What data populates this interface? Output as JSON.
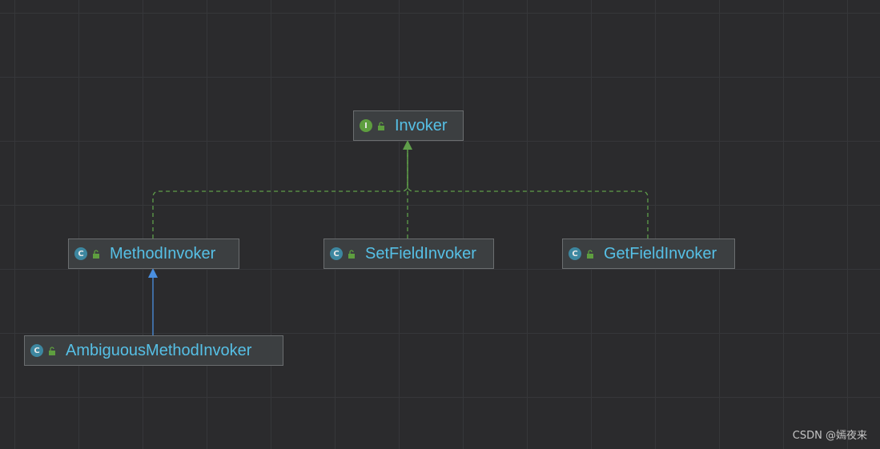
{
  "diagram": {
    "nodes": [
      {
        "id": "invoker",
        "kind": "interface",
        "badge": "I",
        "label": "Invoker"
      },
      {
        "id": "method-invoker",
        "kind": "class",
        "badge": "C",
        "label": "MethodInvoker"
      },
      {
        "id": "set-field-invoker",
        "kind": "class",
        "badge": "C",
        "label": "SetFieldInvoker"
      },
      {
        "id": "get-field-invoker",
        "kind": "class",
        "badge": "C",
        "label": "GetFieldInvoker"
      },
      {
        "id": "ambiguous-method-invoker",
        "kind": "class",
        "badge": "C",
        "label": "AmbiguousMethodInvoker"
      }
    ],
    "edges": [
      {
        "from": "MethodInvoker",
        "to": "Invoker",
        "type": "implements"
      },
      {
        "from": "SetFieldInvoker",
        "to": "Invoker",
        "type": "implements"
      },
      {
        "from": "GetFieldInvoker",
        "to": "Invoker",
        "type": "implements"
      },
      {
        "from": "AmbiguousMethodInvoker",
        "to": "MethodInvoker",
        "type": "extends"
      }
    ],
    "colors": {
      "background": "#2b2b2d",
      "node_fill": "#3c3f41",
      "label": "#56c0e6",
      "class_badge": "#3d87a0",
      "interface_badge": "#5e9e3f",
      "implements_edge": "#5f9e4a",
      "extends_edge": "#4a8fe0"
    }
  },
  "watermark": "CSDN @嫣夜来"
}
